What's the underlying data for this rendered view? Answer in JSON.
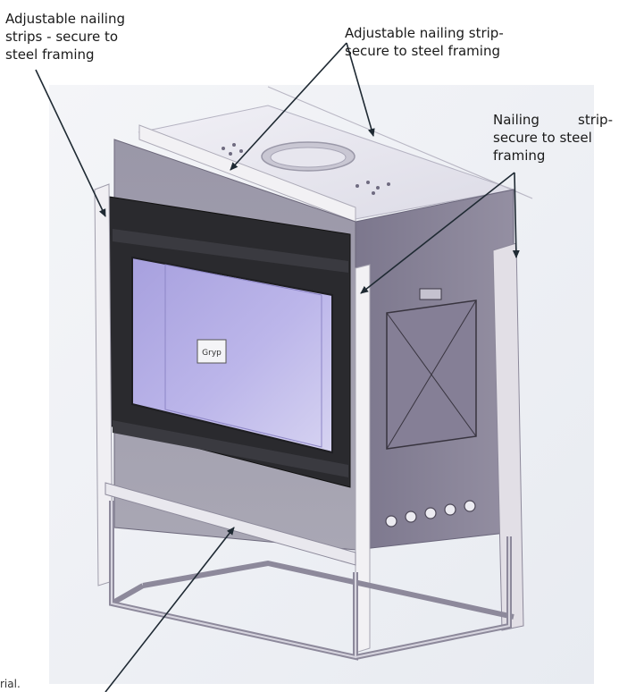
{
  "callouts": {
    "left": {
      "lines": [
        "Adjustable nailing",
        "strips - secure to",
        "steel framing"
      ]
    },
    "top": {
      "lines": [
        "Adjustable nailing strip-",
        "secure to steel framing"
      ]
    },
    "right": {
      "lines": [
        "Nailing strip-",
        "secure to steel",
        "framing"
      ]
    },
    "bottom": {
      "text": "rial."
    }
  },
  "label_plate": {
    "text": "Gryp"
  },
  "colors": {
    "housing": "#8d8a9c",
    "housing_side": "#847f93",
    "strip": "#efedf0",
    "glass": "#b3aee0",
    "frame": "#2a2a2e",
    "arrow": "#1f2a33"
  }
}
